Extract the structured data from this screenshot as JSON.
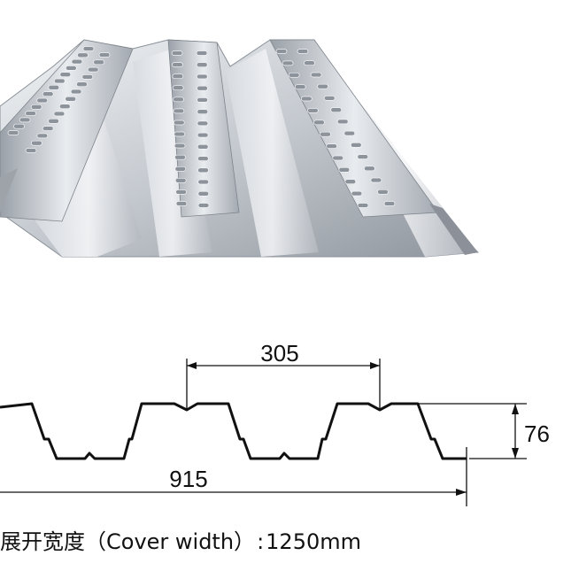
{
  "product_image": {
    "description_icon": "corrugated-steel-floor-deck-icon"
  },
  "profile": {
    "rib_pitch": "305",
    "height": "76",
    "length": "915"
  },
  "caption": {
    "label_cn": "展开宽度",
    "label_en": "（Cover width）",
    "colon": ":",
    "value": "1250mm"
  },
  "colors": {
    "steel_light": "#e6e9ed",
    "steel_mid": "#b9bec5",
    "steel_dark": "#7d838b",
    "line": "#111111"
  }
}
